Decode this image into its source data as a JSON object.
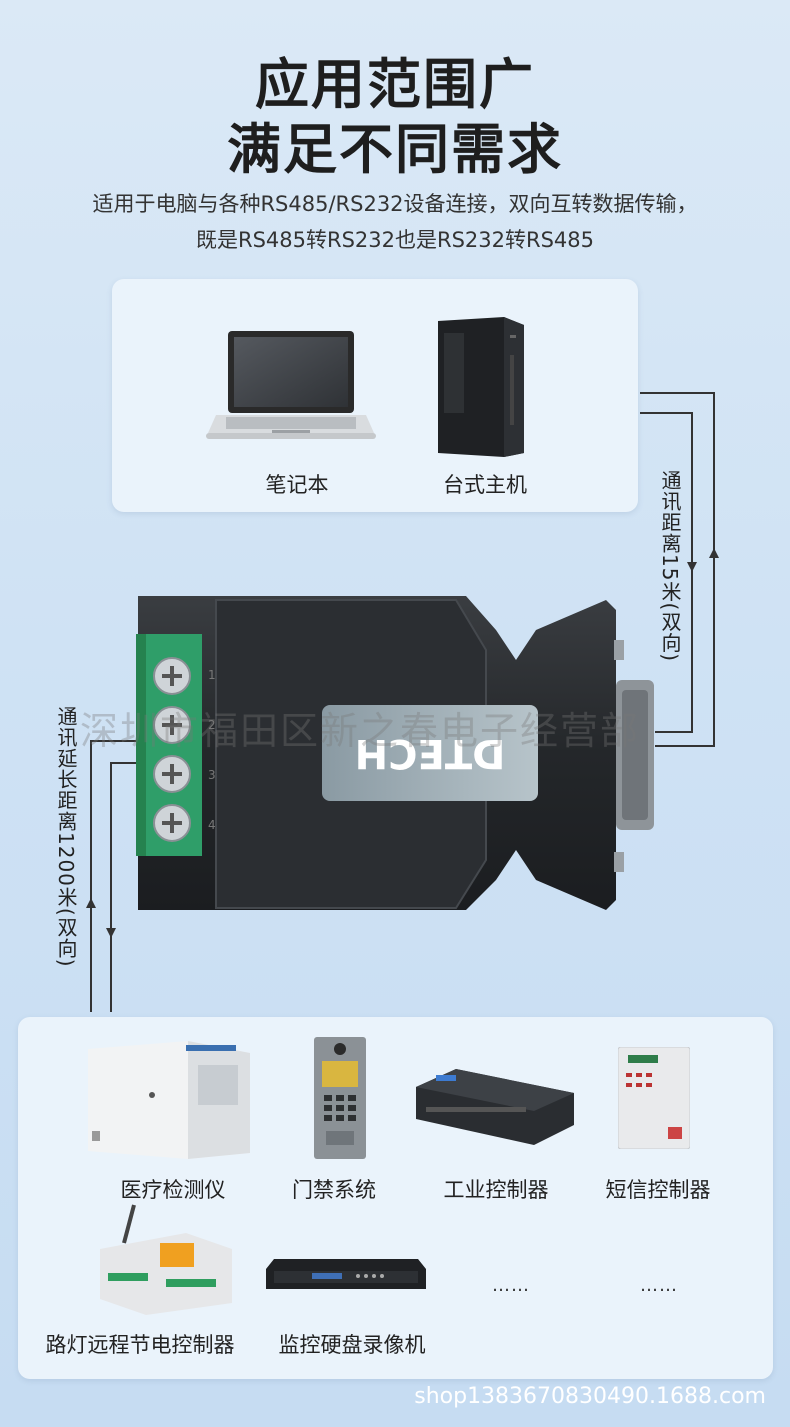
{
  "header": {
    "title_line1": "应用范围广",
    "title_line2": "满足不同需求",
    "subtitle_line1": "适用于电脑与各种RS485/RS232设备连接，双向互转数据传输，",
    "subtitle_line2": "既是RS485转RS232也是RS232转RS485"
  },
  "top_devices": [
    {
      "label": "笔记本",
      "icon": "laptop-icon"
    },
    {
      "label": "台式主机",
      "icon": "desktop-tower-icon"
    }
  ],
  "right_distance": "通讯距离15米(双向)",
  "left_distance": "通讯延长距离1200米(双向)",
  "converter": {
    "brand": "DTECH",
    "terminal_pins": [
      "1",
      "2",
      "3",
      "4"
    ]
  },
  "watermark": "深圳市福田区新之春电子经营部",
  "bottom_devices": [
    {
      "label": "医疗检测仪",
      "icon": "medical-analyzer-icon"
    },
    {
      "label": "门禁系统",
      "icon": "door-access-panel-icon"
    },
    {
      "label": "工业控制器",
      "icon": "industrial-controller-icon"
    },
    {
      "label": "短信控制器",
      "icon": "sms-controller-icon"
    },
    {
      "label": "路灯远程节电控制器",
      "icon": "streetlight-controller-icon"
    },
    {
      "label": "监控硬盘录像机",
      "icon": "dvr-icon"
    }
  ],
  "ellipsis_1": "……",
  "ellipsis_2": "……",
  "shop_url": "shop1383670830490.1688.com"
}
